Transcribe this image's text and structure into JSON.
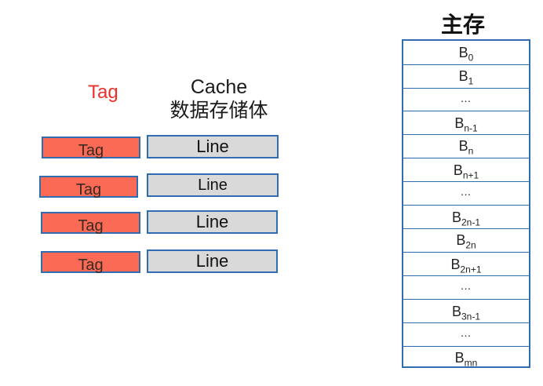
{
  "cache": {
    "tag_header": "Tag",
    "title_line1": "Cache",
    "title_line2": "数据存储体",
    "rows": [
      {
        "tag": "Tag",
        "line": "Line"
      },
      {
        "tag": "Tag",
        "line": "Line"
      },
      {
        "tag": "Tag",
        "line": "Line"
      },
      {
        "tag": "Tag",
        "line": "Line"
      }
    ]
  },
  "memory": {
    "title": "主存",
    "cells": [
      {
        "base": "B",
        "sub": "0"
      },
      {
        "base": "B",
        "sub": "1"
      },
      {
        "dots": "…"
      },
      {
        "base": "B",
        "sub": "n-1"
      },
      {
        "base": "B",
        "sub": "n"
      },
      {
        "base": "B",
        "sub": "n+1"
      },
      {
        "dots": "…"
      },
      {
        "base": "B",
        "sub": "2n-1"
      },
      {
        "base": "B",
        "sub": "2n"
      },
      {
        "base": "B",
        "sub": "2n+1"
      },
      {
        "dots": "…"
      },
      {
        "base": "B",
        "sub": "3n-1"
      },
      {
        "dots": "…"
      },
      {
        "base": "B",
        "sub": "mn"
      }
    ]
  },
  "colors": {
    "tag_fill": "#fb6a55",
    "tag_header_text": "#e8312c",
    "line_fill": "#d9d9d9",
    "border": "#2f6db0"
  }
}
